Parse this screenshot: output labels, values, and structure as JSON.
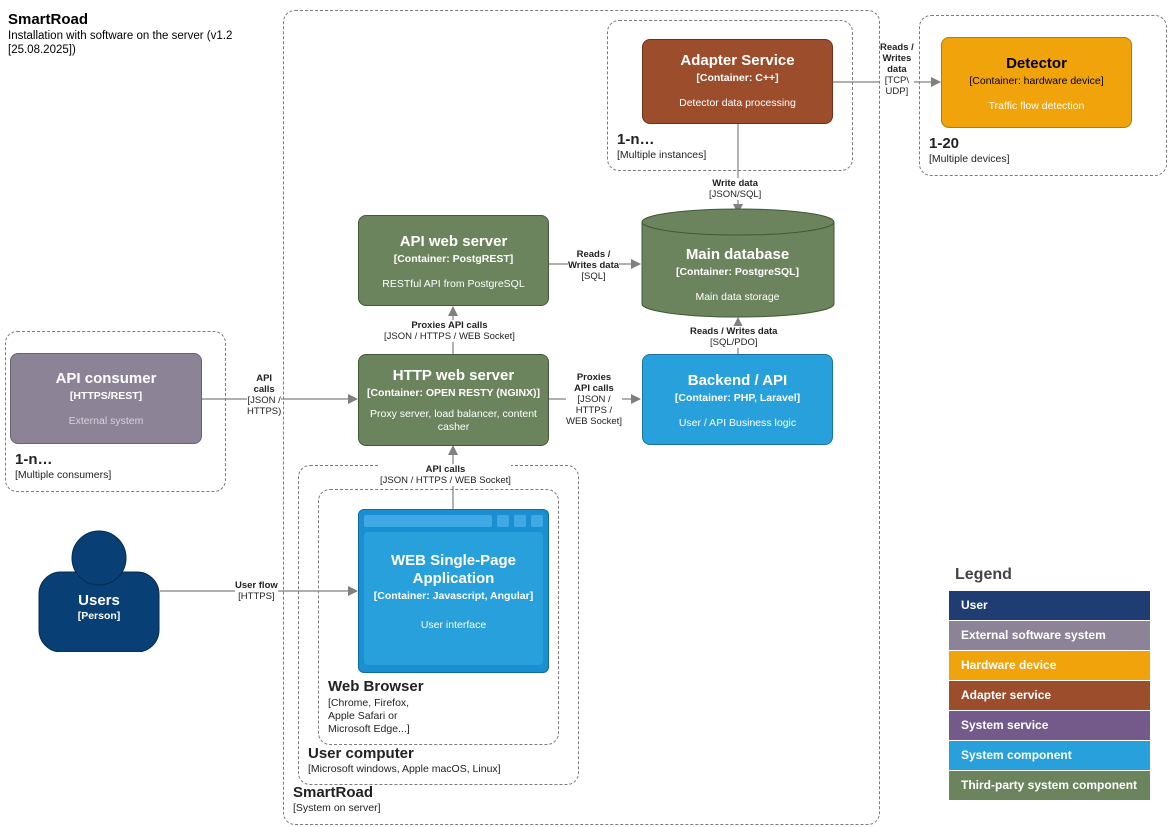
{
  "header": {
    "title": "SmartRoad",
    "subtitle_line1": "Installation with software on the server (v1.2",
    "subtitle_line2": "[25.08.2025])"
  },
  "groups": {
    "system": {
      "title": "SmartRoad",
      "sub": "[System on server]"
    },
    "adapter_group": {
      "title": "1-n…",
      "sub": "[Multiple instances]"
    },
    "detector_group": {
      "title": "1-20",
      "sub": "[Multiple devices]"
    },
    "consumer_group": {
      "title": "1-n…",
      "sub": "[Multiple consumers]"
    },
    "user_computer": {
      "title": "User computer",
      "sub": "[Microsoft windows, Apple macOS, Linux]"
    },
    "web_browser": {
      "title": "Web Browser",
      "sub1": "[Chrome, Firefox,",
      "sub2": "Apple Safari or",
      "sub3": "Microsoft Edge...]"
    }
  },
  "nodes": {
    "adapter": {
      "title": "Adapter Service",
      "tech": "[Container: C++]",
      "desc": "Detector data processing",
      "color": "#9c4e2c"
    },
    "detector": {
      "title": "Detector",
      "tech": "[Container: hardware device]",
      "desc": "Traffic flow detection",
      "color": "#f0a30a"
    },
    "api_server": {
      "title": "API web server",
      "tech": "[Container: PostgREST]",
      "desc": "RESTful API from PostgreSQL",
      "color": "#6b845d"
    },
    "database": {
      "title": "Main database",
      "tech": "[Container: PostgreSQL]",
      "desc": "Main data storage",
      "color": "#6b845d"
    },
    "http_server": {
      "title": "HTTP web server",
      "tech": "[Container: OPEN RESTY (NGINX)]",
      "desc": "Proxy server, load balancer, content casher",
      "color": "#6b845d"
    },
    "backend": {
      "title": "Backend / API",
      "tech": "[Container: PHP, Laravel]",
      "desc": "User / API Business logic",
      "color": "#27a0db"
    },
    "api_consumer": {
      "title": "API consumer",
      "tech": "[HTTPS/REST]",
      "desc": "External system",
      "color": "#8c8496"
    },
    "spa": {
      "title1": "WEB Single-Page",
      "title2": "Application",
      "tech": "[Container: Javascript, Angular]",
      "desc": "User interface",
      "color": "#1a8fd2"
    },
    "users": {
      "title": "Users",
      "tech": "[Person]",
      "color": "#083f75"
    }
  },
  "edges": {
    "adapter_detector": {
      "l1": "Reads /",
      "l2": "Writes",
      "l3": "data",
      "l4": "[TCP\\",
      "l5": "UDP]"
    },
    "adapter_db": {
      "l1": "Write data",
      "l2": "[JSON/SQL]"
    },
    "api_db": {
      "l1": "Reads /",
      "l2": "Writes data",
      "l3": "[SQL]"
    },
    "http_api": {
      "l1": "Proxies API calls",
      "l2": "[JSON / HTTPS / WEB Socket]"
    },
    "db_backend": {
      "l1": "Reads / Writes data",
      "l2": "[SQL/PDO]"
    },
    "http_backend": {
      "l1": "Proxies",
      "l2": "API calls",
      "l3": "[JSON /",
      "l4": "HTTPS /",
      "l5": "WEB Socket]"
    },
    "consumer_http": {
      "l1": "API",
      "l2": "calls",
      "l3": "[JSON /",
      "l4": "HTTPS)"
    },
    "spa_http": {
      "l1": "API calls",
      "l2": "[JSON / HTTPS / WEB Socket]"
    },
    "users_spa": {
      "l1": "User flow",
      "l2": "[HTTPS]"
    }
  },
  "legend": {
    "title": "Legend",
    "items": [
      {
        "label": "User",
        "color": "#1f3d73"
      },
      {
        "label": "External software system",
        "color": "#8c8496"
      },
      {
        "label": "Hardware device",
        "color": "#f0a30a"
      },
      {
        "label": "Adapter service",
        "color": "#9c4e2c"
      },
      {
        "label": "System service",
        "color": "#745a8a"
      },
      {
        "label": "System component",
        "color": "#27a0db"
      },
      {
        "label": "Third-party system component",
        "color": "#6b845d"
      }
    ]
  }
}
